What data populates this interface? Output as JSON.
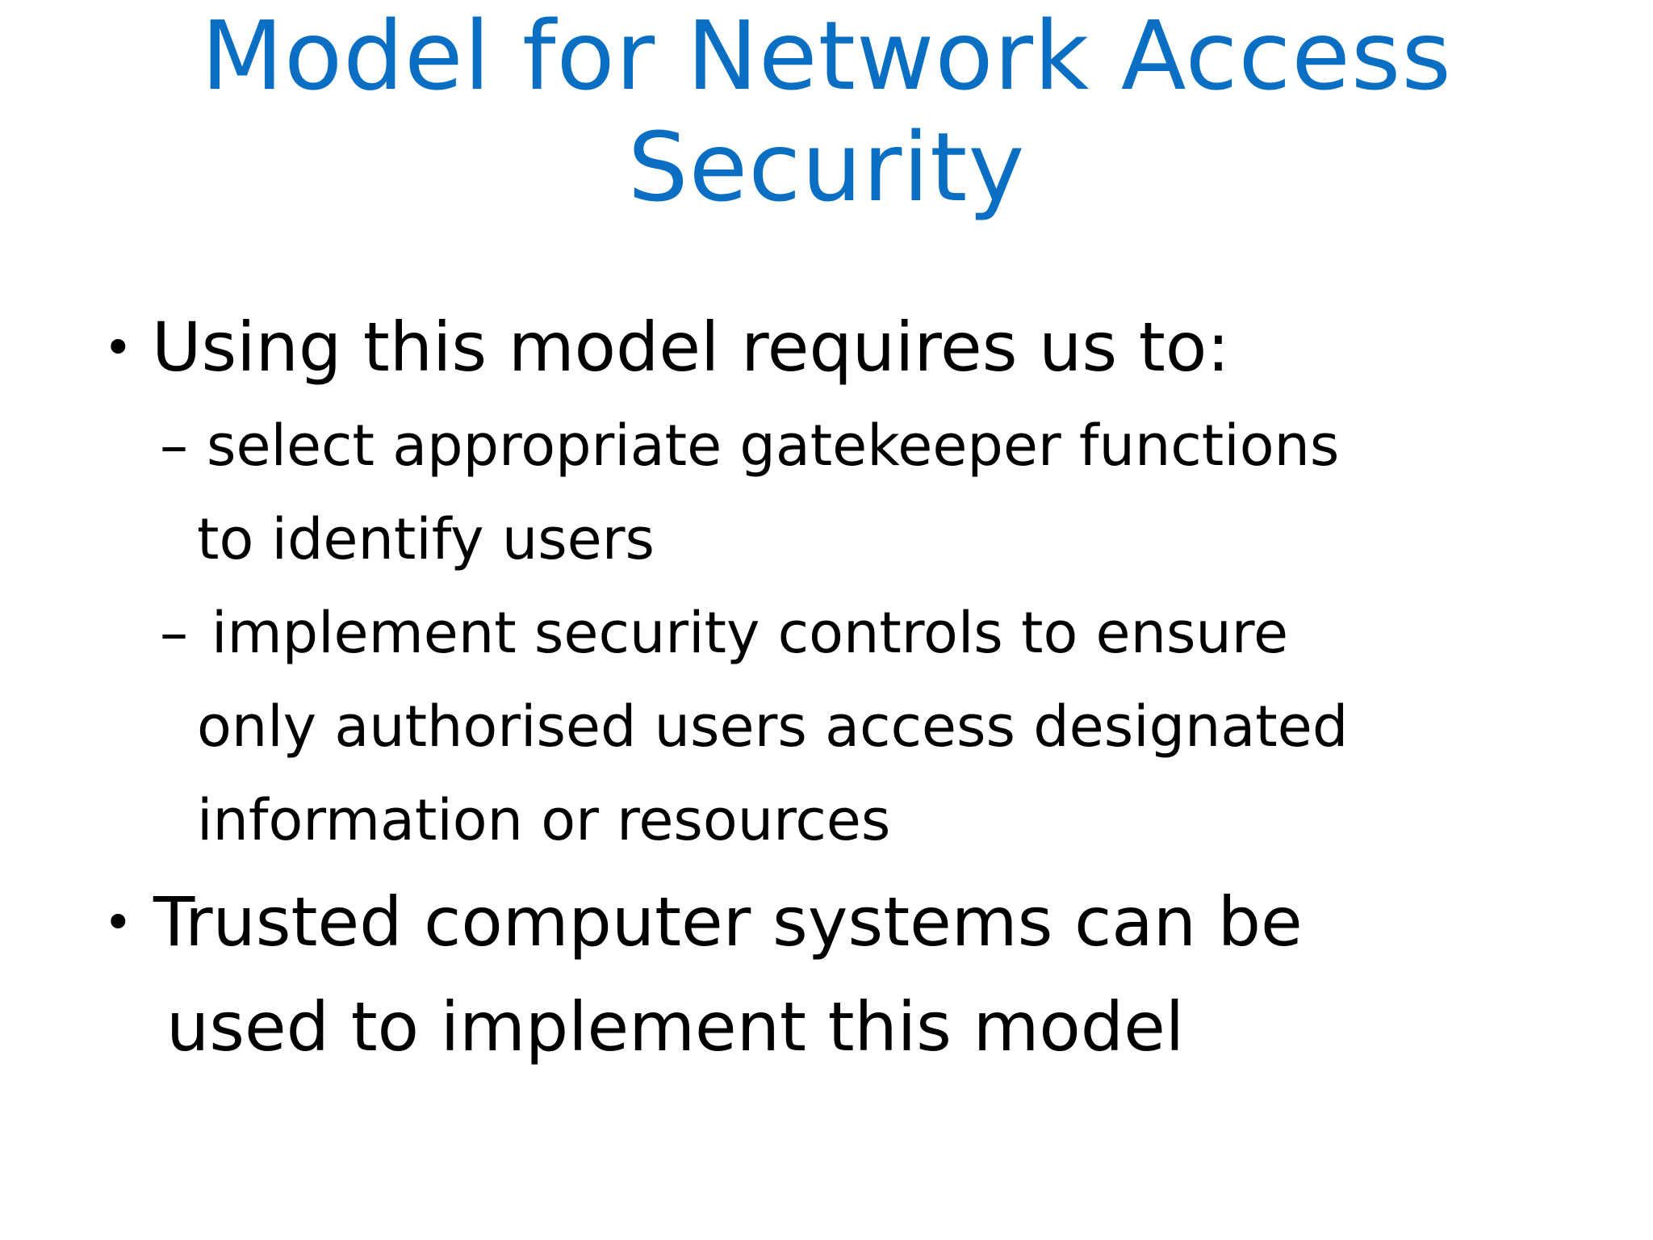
{
  "slide": {
    "title_lines": [
      "Model for Network Access",
      "Security"
    ],
    "bullets": [
      {
        "marker": "•",
        "lines": [
          "Using this model requires us to:"
        ],
        "sub_items": [
          {
            "marker": "–",
            "lines": [
              "select appropriate gatekeeper functions",
              "to identify users"
            ]
          },
          {
            "marker": "–",
            "lines": [
              "implement security controls to ensure",
              "only authorised users access designated",
              "information or resources"
            ]
          }
        ]
      },
      {
        "marker": "•",
        "lines": [
          "Trusted computer systems can be",
          "used to implement this model"
        ],
        "sub_items": []
      }
    ],
    "colors": {
      "title": "#0a6fc2",
      "body": "#000000",
      "background": "#ffffff"
    }
  }
}
